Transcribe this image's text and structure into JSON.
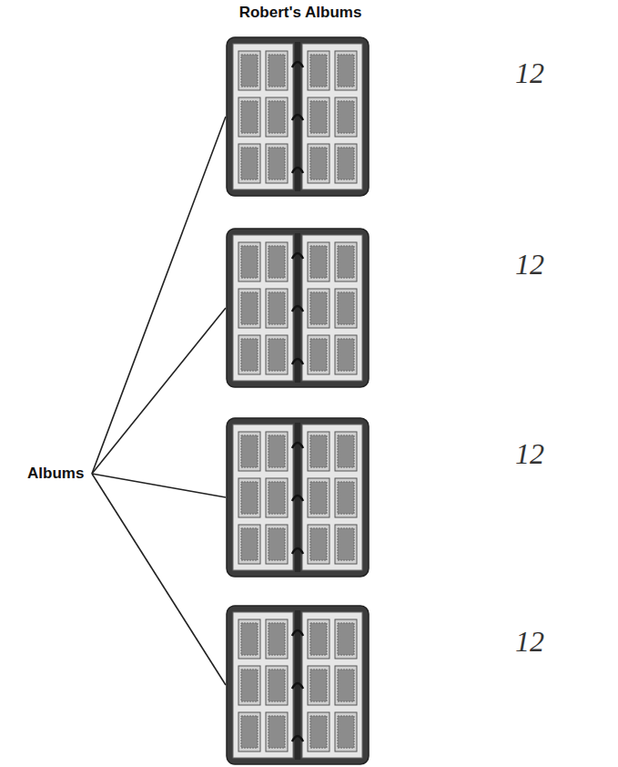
{
  "diagram": {
    "title": "Robert's Albums",
    "nodes": [
      {
        "text": [
          "Albums"
        ]
      },
      {
        "text": [
          "12"
        ]
      },
      {
        "text": [
          "12"
        ]
      },
      {
        "text": [
          "12"
        ]
      },
      {
        "text": [
          "12"
        ]
      }
    ],
    "edges": [
      {
        "from": 0,
        "to": 1,
        "arrow": "none"
      },
      {
        "from": 0,
        "to": 2,
        "arrow": "none"
      },
      {
        "from": 0,
        "to": 3,
        "arrow": "none"
      },
      {
        "from": 0,
        "to": 4,
        "arrow": "none"
      }
    ]
  }
}
